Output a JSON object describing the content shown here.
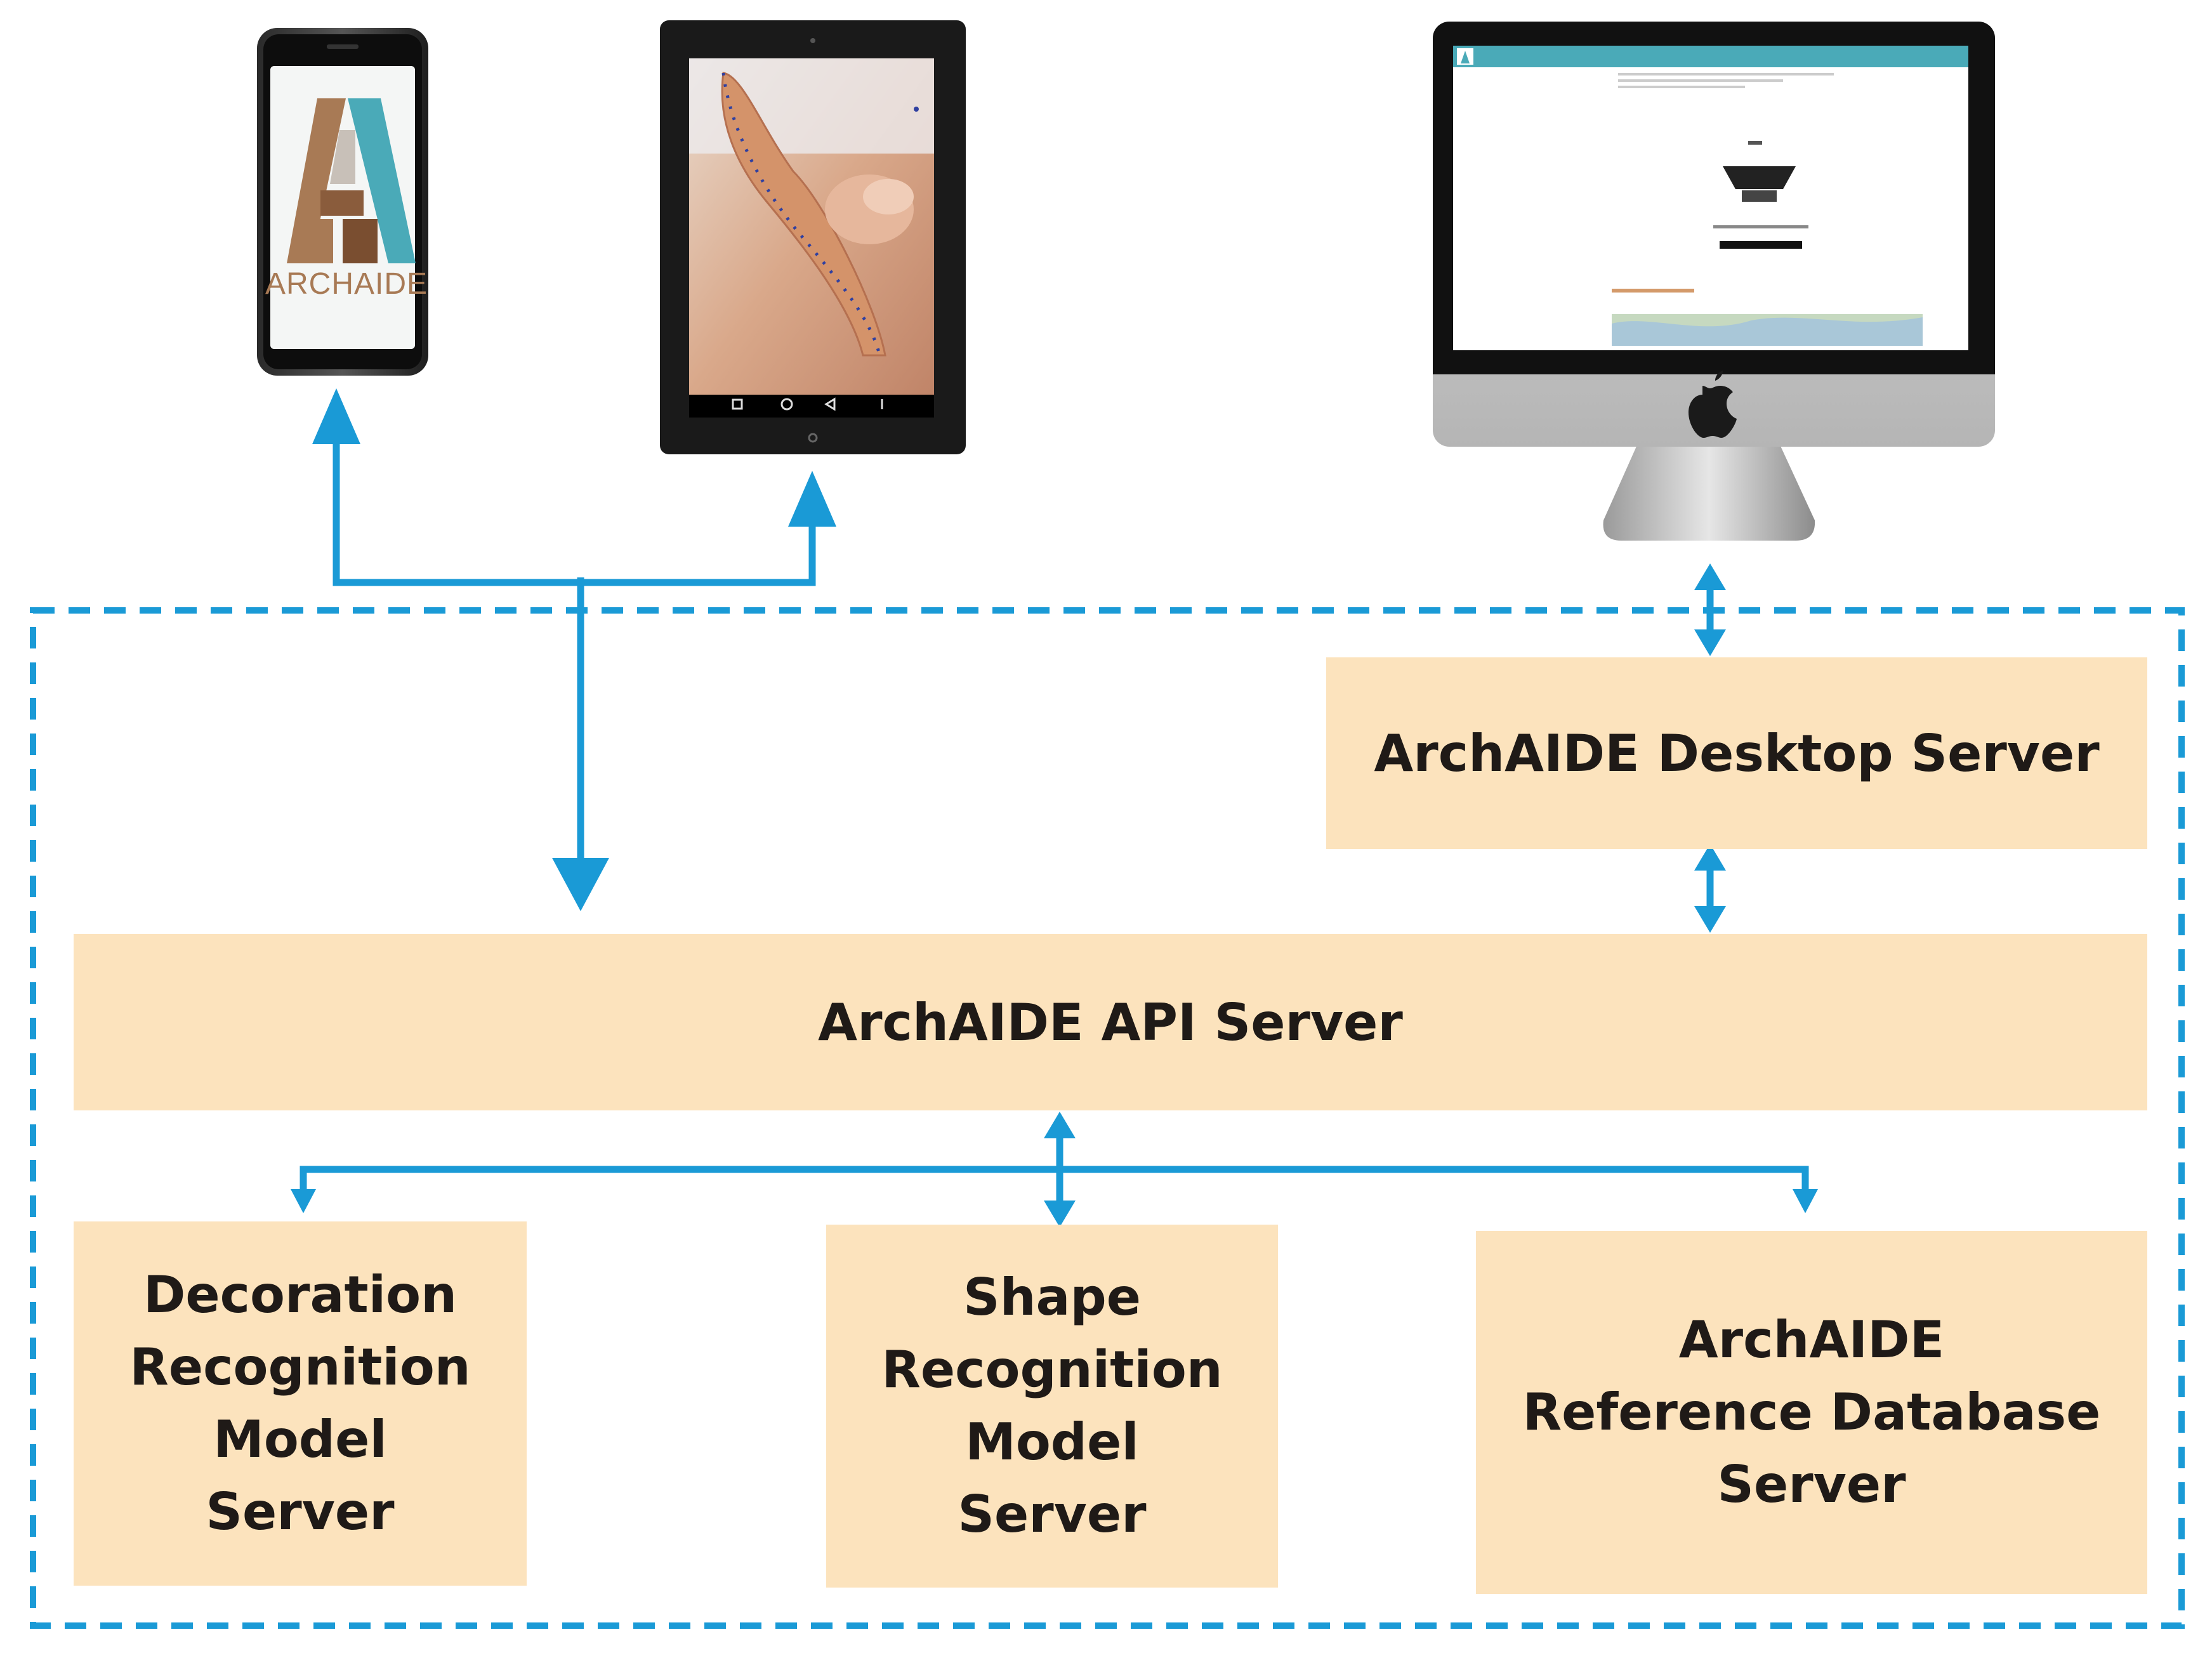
{
  "colors": {
    "arrow": "#1a9ad6",
    "box_fill": "#fce3bd",
    "frame_dash": "#1a9ad6",
    "logo_teal": "#4aaab8",
    "logo_brown": "#a87a55"
  },
  "devices": {
    "phone": {
      "icon": "smartphone-icon",
      "logo_text": "ARCHAIDE"
    },
    "tablet": {
      "icon": "tablet-icon"
    },
    "desktop": {
      "icon": "desktop-monitor-icon"
    }
  },
  "boxes": {
    "desktop_server": [
      "ArchAIDE Desktop Server"
    ],
    "api_server": [
      "ArchAIDE API Server"
    ],
    "decoration_server": [
      "Decoration",
      "Recognition",
      "Model",
      "Server"
    ],
    "shape_server": [
      "Shape",
      "Recognition",
      "Model",
      "Server"
    ],
    "reference_db_server": [
      "ArchAIDE",
      "Reference Database",
      "Server"
    ]
  }
}
